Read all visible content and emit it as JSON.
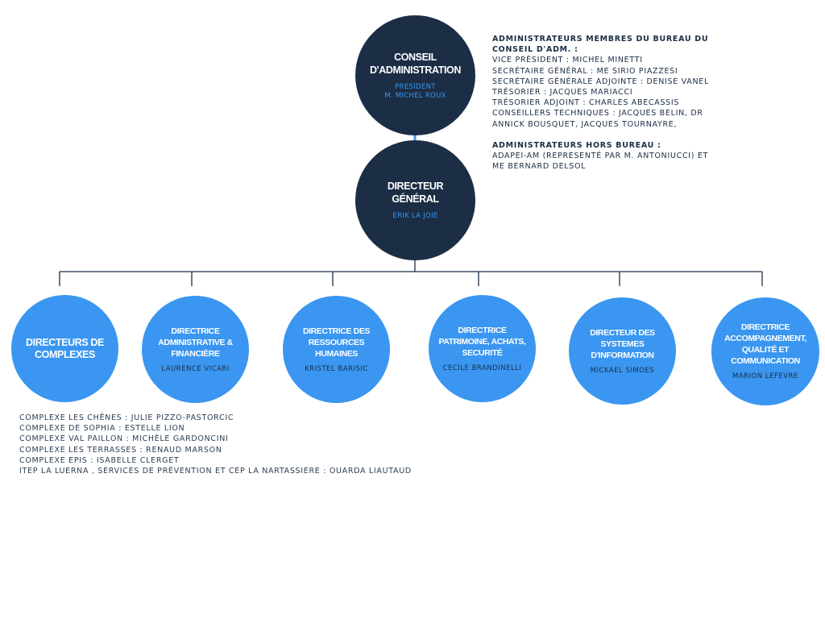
{
  "colors": {
    "dark_navy": "#1b2e45",
    "accent_blue": "#3a96f0",
    "connector": "#1b2e45",
    "connector_accent": "#3a96f0"
  },
  "conseil": {
    "title": "CONSEIL D'ADMINISTRATION",
    "sub_line1": "PRESIDENT",
    "sub_line2": "M. MICHEL ROUX"
  },
  "directeur_general": {
    "title": "DIRECTEUR GÉNÉRAL",
    "sub": "ERIK LA JOIE"
  },
  "board": {
    "heading1": "ADMINISTRATEURS MEMBRES DU BUREAU DU CONSEIL D'ADM. :",
    "members": [
      "VICE PRÉSIDENT : MICHEL MINETTI",
      "SECRÉTAIRE GÉNÉRAL : ME SIRIO PIAZZESI",
      "SECRÉTAIRE GÉNÉRALE ADJOINTE : DENISE VANEL",
      "TRÉSORIER : JACQUES MARIACCI",
      "TRÉSORIER ADJOINT : CHARLES ABECASSIS",
      "CONSEILLERS TECHNIQUES : JACQUES BELIN, DR ANNICK BOUSQUET, JACQUES TOURNAYRE,"
    ],
    "heading2": "ADMINISTRATEURS HORS BUREAU :",
    "hors_bureau": "ADAPEI-AM (REPRESENTÉ PAR M. ANTONIUCCI) ET ME BERNARD DELSOL"
  },
  "directions": [
    {
      "title": "DIRECTEURS DE COMPLEXES",
      "sub": ""
    },
    {
      "title": "DIRECTRICE ADMINISTRATIVE & FINANCIÈRE",
      "sub": "LAURENCE VICARI"
    },
    {
      "title": "DIRECTRICE DES RESSOURCES HUMAINES",
      "sub": "KRISTEL BARISIC"
    },
    {
      "title": "DIRECTRICE PATRIMOINE, ACHATS, SECURITÉ",
      "sub": "CECILE BRANDINELLI"
    },
    {
      "title": "DIRECTEUR DES SYSTEMES D'INFORMATION",
      "sub": "MICKAEL SIMOES"
    },
    {
      "title": "DIRECTRICE ACCOMPAGNEMENT, QUALITÉ ET COMMUNICATION",
      "sub": "MARION LEFEVRE"
    }
  ],
  "complexes": [
    "COMPLEXE LES CHÊNES : JULIE PIZZO-PASTORCIC",
    "COMPLEXE DE SOPHIA : ESTELLE LION",
    "COMPLEXE VAL PAILLON : MICHÈLE GARDONCINI",
    "COMPLEXE LES TERRASSES : RENAUD MARSON",
    "COMPLEXE EPIS : ISABELLE CLERGET",
    "ITEP LA LUERNA , SERVICES DE PRÉVENTION ET CEP LA NARTASSIERE : OUARDA LIAUTAUD"
  ]
}
